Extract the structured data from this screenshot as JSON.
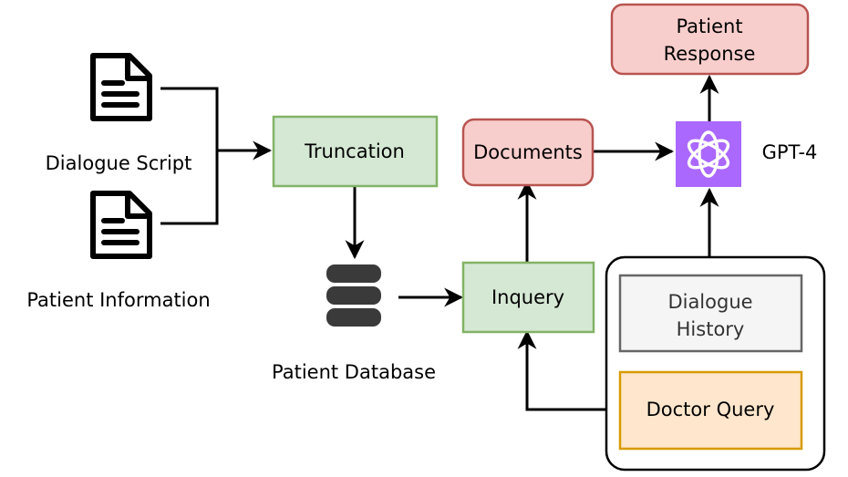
{
  "inputs": {
    "dialogue_script": "Dialogue Script",
    "patient_information": "Patient Information"
  },
  "nodes": {
    "truncation": "Truncation",
    "patient_database": "Patient Database",
    "inquery": "Inquery",
    "documents": "Documents",
    "gpt4": "GPT-4",
    "patient_response_line1": "Patient",
    "patient_response_line2": "Response",
    "dialogue_history_line1": "Dialogue",
    "dialogue_history_line2": "History",
    "doctor_query": "Doctor Query"
  },
  "icons": {
    "document": "document-icon",
    "database": "database-icon",
    "openai": "openai-logo-icon"
  },
  "colors": {
    "green_fill": "#d5e8d4",
    "green_stroke": "#82b366",
    "red_fill": "#f8cecc",
    "red_stroke": "#b85450",
    "gray_fill": "#f5f5f5",
    "gray_stroke": "#666666",
    "orange_fill": "#ffe6cc",
    "orange_stroke": "#d79b00",
    "gpt_purple": "#ab68ff"
  }
}
